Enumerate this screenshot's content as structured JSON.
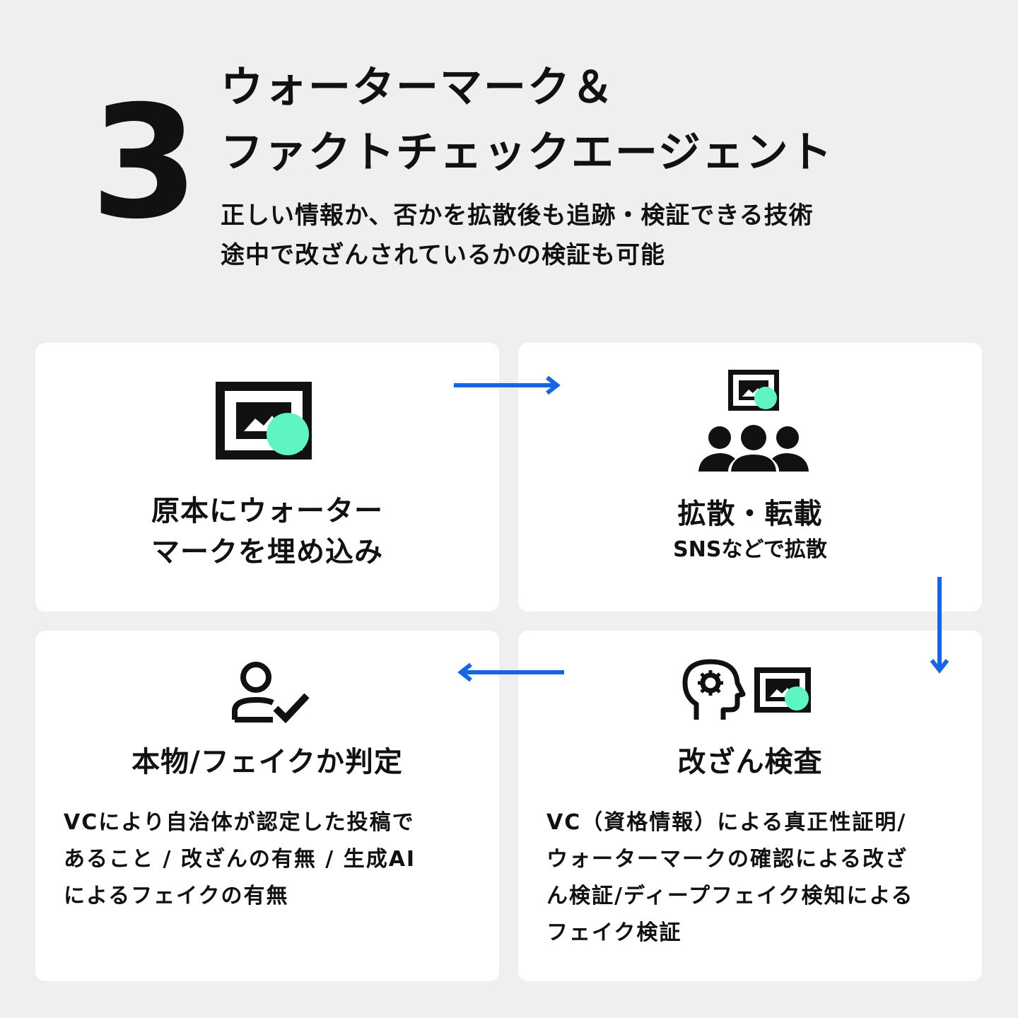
{
  "header": {
    "step_number": "3",
    "title_lines": [
      "ウォーターマーク＆",
      "ファクトチェックエージェント"
    ],
    "subtitle_lines": [
      "正しい情報か、否かを拡散後も追跡・検証できる技術",
      "途中で改ざんされているかの検証も可能"
    ]
  },
  "cards": [
    {
      "title_lines": [
        "原本にウォーター",
        "マークを埋め込み"
      ]
    },
    {
      "title": "拡散・転載",
      "subtitle": "SNSなどで拡散"
    },
    {
      "title": "本物/フェイクか判定",
      "body_lines": [
        "VCにより自治体が認定した投稿で",
        "あること / 改ざんの有無 / 生成AI",
        "によるフェイクの有無"
      ]
    },
    {
      "title": "改ざん検査",
      "body_lines": [
        "VC（資格情報）による真正性証明/",
        "ウォーターマークの確認による改ざ",
        "ん検証/ディープフェイク検知による",
        "フェイク検証"
      ]
    }
  ],
  "icons": {
    "card1": "watermarked-image-icon",
    "card2": [
      "watermarked-image-icon",
      "group-icon"
    ],
    "card3": "user-check-icon",
    "card4": [
      "head-gear-icon",
      "watermarked-image-icon"
    ]
  },
  "colors": {
    "background": "#efefef",
    "card": "#ffffff",
    "text": "#111111",
    "arrow": "#1466e6",
    "watermark_dot": "#5ef5c0"
  }
}
